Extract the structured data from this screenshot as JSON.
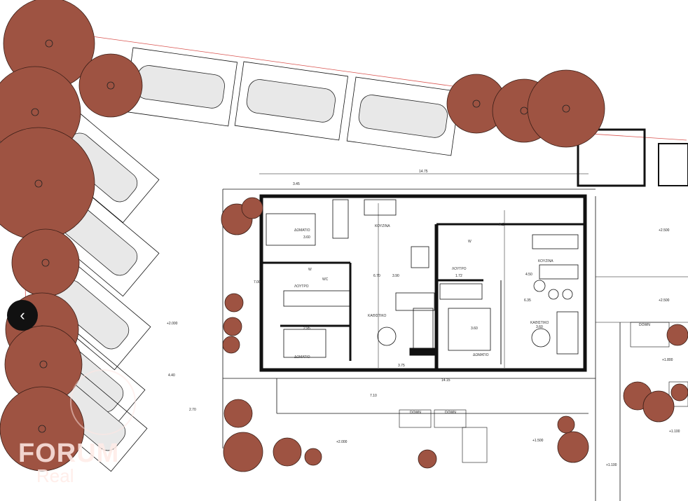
{
  "plan": {
    "rooms": {
      "bedroom": "ΔΩΜΑΤΙΟ",
      "kitchen": "ΚΟΥΖΙΝΑ",
      "bathroom": "ΛΟΥΤΡΟ",
      "living": "ΚΑΘΙΣΤΙΚΟ",
      "wc": "WC",
      "w": "W"
    },
    "dimensions": {
      "overall_width": "14.75",
      "top_left": "3.45",
      "living_w": "3.90",
      "living_h": "6.70",
      "bed1": "3.60",
      "bed2": "2.95",
      "bottom_mid": "3.75",
      "bath_r": "1.72",
      "kitchen_r": "4.50",
      "right_h": "6.35",
      "bed_r": "3.60",
      "living_r": "3.60",
      "bottom_total": "14.15",
      "side_h": "7.00",
      "front": "7.10",
      "left_4": "4.40",
      "ax": "2.70"
    },
    "levels": [
      "+2.500",
      "+2.500",
      "+1.800",
      "+2.000",
      "+1.500",
      "+1.100",
      "+1.100",
      "+2.000"
    ],
    "stairs": {
      "down": "DOWN"
    },
    "markers": {
      "a": "A.2"
    }
  },
  "navigation": {
    "prev_icon": "chevron-left-icon",
    "prev_label": "‹"
  },
  "watermark": {
    "line1": "FORUM",
    "line2": "Real"
  },
  "colors": {
    "tree": "#9e5342",
    "property_line": "#d9534f",
    "wall": "#111111"
  }
}
